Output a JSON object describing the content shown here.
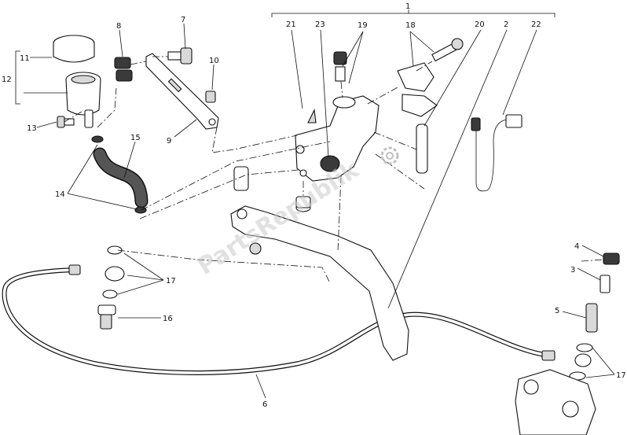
{
  "watermark": "PartsRepublik",
  "labels": {
    "l1": "1",
    "l2": "2",
    "l3": "3",
    "l4": "4",
    "l5": "5",
    "l6": "6",
    "l7": "7",
    "l8": "8",
    "l9": "9",
    "l10": "10",
    "l11": "11",
    "l12": "12",
    "l13": "13",
    "l14": "14",
    "l15": "15",
    "l16": "16",
    "l17a": "17",
    "l17b": "17",
    "l18": "18",
    "l19": "19",
    "l20": "20",
    "l21": "21",
    "l22": "22",
    "l23": "23"
  }
}
